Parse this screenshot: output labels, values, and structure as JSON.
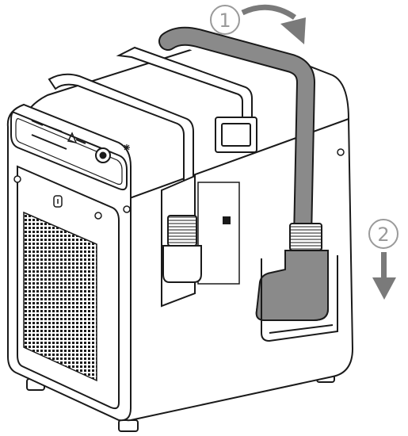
{
  "steps": [
    {
      "number": "1",
      "action": "rotate"
    },
    {
      "number": "2",
      "action": "pull-down"
    }
  ],
  "panel": {
    "indicator_labels": [
      "",
      "",
      ""
    ],
    "warning_glyph": "warning-triangle-icon",
    "power_glyph": "power-button-icon"
  },
  "colors": {
    "line": "#1a1a1a",
    "cable_fill": "#8a8a8a",
    "cable_dark": "#6f6f6f",
    "arrow_fill": "#7a7a7a",
    "panel_fill": "#ffffff",
    "body_fill": "#ffffff",
    "label_gray": "#9a9a9a"
  }
}
